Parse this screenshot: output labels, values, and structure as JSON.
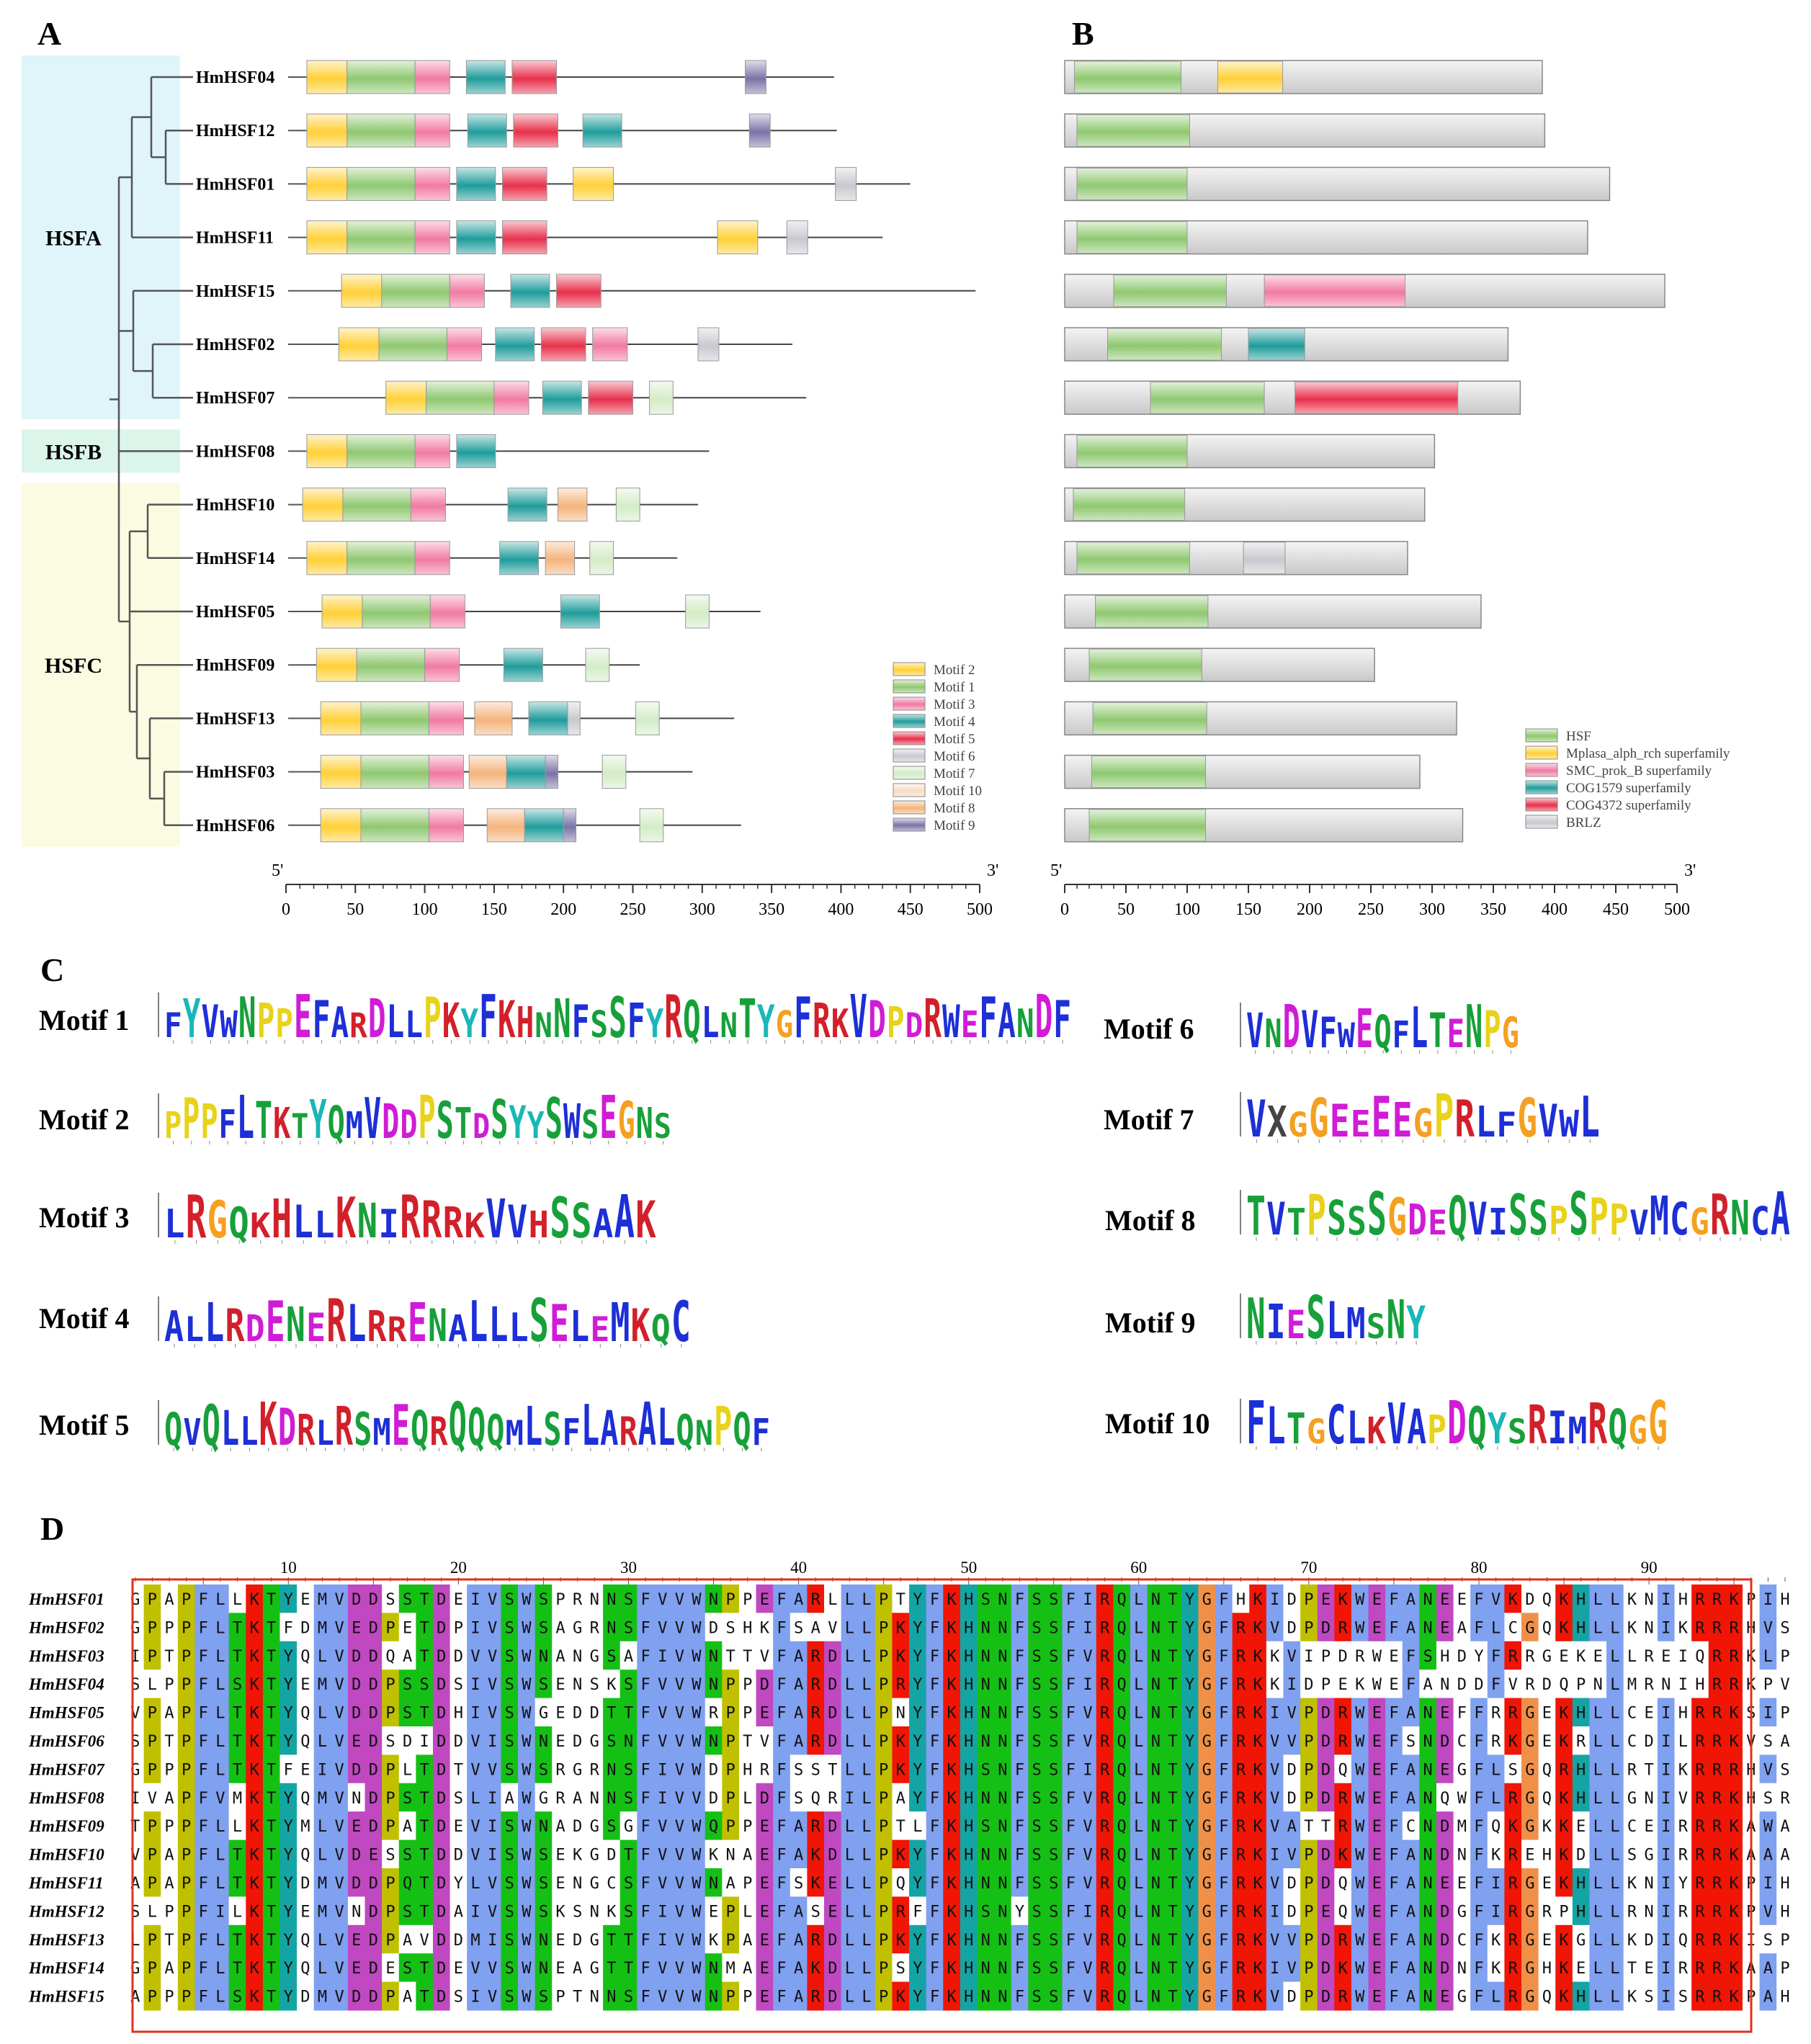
{
  "panels": {
    "a": "A",
    "b": "B",
    "c": "C",
    "d": "D"
  },
  "colors": {
    "motif_1": "#8fc870",
    "motif_2": "#ffd036",
    "motif_3": "#f17aa2",
    "motif_4": "#1f9c9b",
    "motif_5": "#e8304c",
    "motif_6": "#c8c8d0",
    "motif_7": "#d3ecc6",
    "motif_8": "#f4b47c",
    "motif_9": "#7a74a6",
    "motif_10": "#f7dcc5",
    "domain_hsf": "#8fc870",
    "domain_mplasa": "#ffd036",
    "domain_smc": "#f17aa2",
    "domain_cog1579": "#1f9c9b",
    "domain_cog4372": "#e8304c",
    "domain_brlz": "#c8c8d0",
    "clade_hsfa": "#dff5fa",
    "clade_hsfb": "#dcf5ea",
    "clade_hsfc": "#fbfbe2",
    "alignment_box": "#e0301c"
  },
  "clades": [
    {
      "label": "HSFA",
      "members": [
        "HmHSF04",
        "HmHSF12",
        "HmHSF01",
        "HmHSF11",
        "HmHSF15",
        "HmHSF02",
        "HmHSF07"
      ]
    },
    {
      "label": "HSFB",
      "members": [
        "HmHSF08"
      ]
    },
    {
      "label": "HSFC",
      "members": [
        "HmHSF10",
        "HmHSF14",
        "HmHSF05",
        "HmHSF09",
        "HmHSF13",
        "HmHSF03",
        "HmHSF06"
      ]
    }
  ],
  "genes": [
    {
      "name": "HmHSF04",
      "length": 395,
      "motifs": [
        [
          15,
          44,
          "motif_2"
        ],
        [
          44,
          93,
          "motif_1"
        ],
        [
          93,
          118,
          "motif_3"
        ],
        [
          130,
          158,
          "motif_4"
        ],
        [
          163,
          195,
          "motif_5"
        ],
        [
          331,
          346,
          "motif_9"
        ]
      ],
      "domains": [
        [
          8,
          95,
          "domain_hsf"
        ],
        [
          125,
          178,
          "domain_mplasa"
        ]
      ],
      "protein_length": 390
    },
    {
      "name": "HmHSF12",
      "length": 397,
      "motifs": [
        [
          15,
          44,
          "motif_2"
        ],
        [
          44,
          93,
          "motif_1"
        ],
        [
          93,
          118,
          "motif_3"
        ],
        [
          131,
          159,
          "motif_4"
        ],
        [
          164,
          196,
          "motif_5"
        ],
        [
          214,
          242,
          "motif_4"
        ],
        [
          334,
          349,
          "motif_9"
        ]
      ],
      "domains": [
        [
          10,
          102,
          "domain_hsf"
        ]
      ],
      "protein_length": 392
    },
    {
      "name": "HmHSF01",
      "length": 450,
      "motifs": [
        [
          15,
          44,
          "motif_2"
        ],
        [
          44,
          93,
          "motif_1"
        ],
        [
          93,
          118,
          "motif_3"
        ],
        [
          123,
          151,
          "motif_4"
        ],
        [
          156,
          188,
          "motif_5"
        ],
        [
          207,
          236,
          "motif_2"
        ],
        [
          396,
          411,
          "motif_6"
        ]
      ],
      "domains": [
        [
          10,
          100,
          "domain_hsf"
        ]
      ],
      "protein_length": 445
    },
    {
      "name": "HmHSF11",
      "length": 430,
      "motifs": [
        [
          15,
          44,
          "motif_2"
        ],
        [
          44,
          93,
          "motif_1"
        ],
        [
          93,
          118,
          "motif_3"
        ],
        [
          123,
          151,
          "motif_4"
        ],
        [
          156,
          188,
          "motif_5"
        ],
        [
          311,
          340,
          "motif_2"
        ],
        [
          361,
          376,
          "motif_6"
        ]
      ],
      "domains": [
        [
          10,
          100,
          "domain_hsf"
        ]
      ],
      "protein_length": 427
    },
    {
      "name": "HmHSF15",
      "length": 497,
      "motifs": [
        [
          40,
          69,
          "motif_2"
        ],
        [
          69,
          118,
          "motif_1"
        ],
        [
          118,
          143,
          "motif_3"
        ],
        [
          162,
          190,
          "motif_4"
        ],
        [
          195,
          227,
          "motif_5"
        ]
      ],
      "domains": [
        [
          40,
          132,
          "domain_hsf"
        ],
        [
          163,
          278,
          "domain_smc"
        ]
      ],
      "protein_length": 490
    },
    {
      "name": "HmHSF02",
      "length": 365,
      "motifs": [
        [
          38,
          67,
          "motif_2"
        ],
        [
          67,
          116,
          "motif_1"
        ],
        [
          116,
          141,
          "motif_3"
        ],
        [
          151,
          179,
          "motif_4"
        ],
        [
          184,
          216,
          "motif_5"
        ],
        [
          221,
          246,
          "motif_3"
        ],
        [
          297,
          312,
          "motif_6"
        ]
      ],
      "domains": [
        [
          35,
          128,
          "domain_hsf"
        ],
        [
          150,
          196,
          "domain_cog1579"
        ]
      ],
      "protein_length": 362
    },
    {
      "name": "HmHSF07",
      "length": 375,
      "motifs": [
        [
          72,
          101,
          "motif_2"
        ],
        [
          101,
          150,
          "motif_1"
        ],
        [
          150,
          175,
          "motif_3"
        ],
        [
          185,
          213,
          "motif_4"
        ],
        [
          218,
          250,
          "motif_5"
        ],
        [
          262,
          279,
          "motif_7"
        ]
      ],
      "domains": [
        [
          70,
          163,
          "domain_hsf"
        ],
        [
          188,
          321,
          "domain_cog4372"
        ]
      ],
      "protein_length": 372
    },
    {
      "name": "HmHSF08",
      "length": 305,
      "motifs": [
        [
          15,
          44,
          "motif_2"
        ],
        [
          44,
          93,
          "motif_1"
        ],
        [
          93,
          118,
          "motif_3"
        ],
        [
          123,
          151,
          "motif_4"
        ]
      ],
      "domains": [
        [
          10,
          100,
          "domain_hsf"
        ]
      ],
      "protein_length": 302
    },
    {
      "name": "HmHSF10",
      "length": 297,
      "motifs": [
        [
          12,
          41,
          "motif_2"
        ],
        [
          41,
          90,
          "motif_1"
        ],
        [
          90,
          115,
          "motif_3"
        ],
        [
          160,
          188,
          "motif_4"
        ],
        [
          196,
          217,
          "motif_8"
        ],
        [
          238,
          255,
          "motif_7"
        ]
      ],
      "domains": [
        [
          7,
          98,
          "domain_hsf"
        ]
      ],
      "protein_length": 294
    },
    {
      "name": "HmHSF14",
      "length": 282,
      "motifs": [
        [
          15,
          44,
          "motif_2"
        ],
        [
          44,
          93,
          "motif_1"
        ],
        [
          93,
          118,
          "motif_3"
        ],
        [
          154,
          182,
          "motif_4"
        ],
        [
          187,
          208,
          "motif_8"
        ],
        [
          219,
          236,
          "motif_7"
        ]
      ],
      "domains": [
        [
          10,
          102,
          "domain_hsf"
        ],
        [
          146,
          180,
          "domain_brlz"
        ]
      ],
      "protein_length": 280
    },
    {
      "name": "HmHSF05",
      "length": 342,
      "motifs": [
        [
          26,
          55,
          "motif_2"
        ],
        [
          55,
          104,
          "motif_1"
        ],
        [
          104,
          129,
          "motif_3"
        ],
        [
          198,
          226,
          "motif_4"
        ],
        [
          288,
          305,
          "motif_7"
        ]
      ],
      "domains": [
        [
          25,
          117,
          "domain_hsf"
        ]
      ],
      "protein_length": 340
    },
    {
      "name": "HmHSF09",
      "length": 255,
      "motifs": [
        [
          22,
          51,
          "motif_2"
        ],
        [
          51,
          100,
          "motif_1"
        ],
        [
          100,
          125,
          "motif_3"
        ],
        [
          157,
          185,
          "motif_4"
        ],
        [
          216,
          233,
          "motif_7"
        ]
      ],
      "domains": [
        [
          20,
          112,
          "domain_hsf"
        ]
      ],
      "protein_length": 253
    },
    {
      "name": "HmHSF13",
      "length": 323,
      "motifs": [
        [
          25,
          54,
          "motif_2"
        ],
        [
          54,
          103,
          "motif_1"
        ],
        [
          103,
          128,
          "motif_3"
        ],
        [
          136,
          163,
          "motif_8"
        ],
        [
          175,
          203,
          "motif_4"
        ],
        [
          203,
          212,
          "motif_6"
        ],
        [
          252,
          269,
          "motif_7"
        ]
      ],
      "domains": [
        [
          23,
          116,
          "domain_hsf"
        ]
      ],
      "protein_length": 320
    },
    {
      "name": "HmHSF03",
      "length": 293,
      "motifs": [
        [
          25,
          54,
          "motif_2"
        ],
        [
          54,
          103,
          "motif_1"
        ],
        [
          103,
          128,
          "motif_3"
        ],
        [
          132,
          159,
          "motif_8"
        ],
        [
          159,
          187,
          "motif_4"
        ],
        [
          187,
          196,
          "motif_9"
        ],
        [
          228,
          245,
          "motif_7"
        ]
      ],
      "domains": [
        [
          22,
          115,
          "domain_hsf"
        ]
      ],
      "protein_length": 290
    },
    {
      "name": "HmHSF06",
      "length": 328,
      "motifs": [
        [
          25,
          54,
          "motif_2"
        ],
        [
          54,
          103,
          "motif_1"
        ],
        [
          103,
          128,
          "motif_3"
        ],
        [
          145,
          172,
          "motif_8"
        ],
        [
          172,
          200,
          "motif_4"
        ],
        [
          200,
          209,
          "motif_9"
        ],
        [
          255,
          272,
          "motif_7"
        ]
      ],
      "domains": [
        [
          20,
          115,
          "domain_hsf"
        ]
      ],
      "protein_length": 325
    }
  ],
  "motif_legend": [
    {
      "label": "Motif 2",
      "color": "motif_2"
    },
    {
      "label": "Motif 1",
      "color": "motif_1"
    },
    {
      "label": "Motif 3",
      "color": "motif_3"
    },
    {
      "label": "Motif 4",
      "color": "motif_4"
    },
    {
      "label": "Motif 5",
      "color": "motif_5"
    },
    {
      "label": "Motif 6",
      "color": "motif_6"
    },
    {
      "label": "Motif 7",
      "color": "motif_7"
    },
    {
      "label": "Motif 10",
      "color": "motif_10"
    },
    {
      "label": "Motif 8",
      "color": "motif_8"
    },
    {
      "label": "Motif 9",
      "color": "motif_9"
    }
  ],
  "domain_legend": [
    {
      "label": "HSF",
      "color": "domain_hsf"
    },
    {
      "label": "Mplasa_alph_rch superfamily",
      "color": "domain_mplasa"
    },
    {
      "label": "SMC_prok_B superfamily",
      "color": "domain_smc"
    },
    {
      "label": "COG1579 superfamily",
      "color": "domain_cog1579"
    },
    {
      "label": "COG4372 superfamily",
      "color": "domain_cog4372"
    },
    {
      "label": "BRLZ",
      "color": "domain_brlz"
    }
  ],
  "axis": {
    "five_prime": "5'",
    "three_prime": "3'",
    "range": [
      0,
      500
    ],
    "ticks": [
      "0",
      "50",
      "100",
      "150",
      "200",
      "250",
      "300",
      "350",
      "400",
      "450",
      "500"
    ]
  },
  "motif_logos": [
    {
      "label": "Motif 1",
      "sequence": "FYVWNPPEFARDLLPKYFKHNNFSSFYRQLNTYGFRKVDPDRWEFANDF"
    },
    {
      "label": "Motif 2",
      "sequence": "PPPFLTKTYQMVDDPSTDSYYSWSEGNS"
    },
    {
      "label": "Motif 3",
      "sequence": "LRGQKHLLKNIRRRKVVHSSAAK"
    },
    {
      "label": "Motif 4",
      "sequence": "ALLRDENERLRRENALLLSELEMKQC"
    },
    {
      "label": "Motif 5",
      "sequence": "QVQLLKDRLRSMEQRQQQMLSFLARALQNPQF"
    },
    {
      "label": "Motif 6",
      "sequence": "VNDVFWEQFLTENPG"
    },
    {
      "label": "Motif 7",
      "sequence": "VXGGEEEEGPRLFGVWL"
    },
    {
      "label": "Motif 8",
      "sequence": "TVTPSSSGDEQVISSPSPPVMCGRNCA"
    },
    {
      "label": "Motif 9",
      "sequence": "NIESLMSNY"
    },
    {
      "label": "Motif 10",
      "sequence": "FLTGCLKVAPDQYSRIMRQGG"
    }
  ],
  "alignment": {
    "ruler": [
      "10",
      "20",
      "30",
      "40",
      "50",
      "60",
      "70",
      "80",
      "90"
    ],
    "rows": [
      {
        "name": "HmHSF01",
        "seq": "GPAPFLLKTYEMVDDSSTDEIVSWSPRNNSFVVWNPPEFARLLLPTYFKHSNFSSFIRQLNTYGFHKIDPEKWEFANEEFVKDQKHLLKNIHRRKPIH"
      },
      {
        "name": "HmHSF02",
        "seq": "GPPPFLTKTFDMVEDPETDPIVSWSAGRNSFVVWDSHKFSAVLLPKYFKHNNFSSFIRQLNTYGFRKVDPDRWEFANEAFLCGQKHLLKNIKRRRHVS"
      },
      {
        "name": "HmHSF03",
        "seq": "IPTPFLTKTYQLVDDQATDDVVSWNANGSAFIVWNTTVFARDLLPKYFKHNNFSSFVRQLNTYGFRKKVIPDRWEFSHDYFRRGEKELLREIQRRKLPT"
      },
      {
        "name": "HmHSF04",
        "seq": "SLPPFLSKTYEMVDDPSSDSIVSWSENSKSFVVWNPPDFARDLLPRYFKHNNFSSFIRQLNTYGFRKKIDPEKWEFANDDFVRDQPNLMRNIHRRKPVH"
      },
      {
        "name": "HmHSF05",
        "seq": "VPAPFLTKTYQLVDDPSTDHIVSWGEDDTTFVVWRPPEFARDLLPNYFKHNNFSSFVRQLNTYGFRKIVPDRWEFANEFFRRGEKHLLCEIHRRKSIP"
      },
      {
        "name": "HmHSF06",
        "seq": "SPTPFLTKTYQLVEDSDIDDVISWNEDGSNFVVWNPTVFARDLLPKYFKHNNFSSFVRQLNTYGFRKVVPDRWEFSNDCFRKGEKRLLCDILRRKVSA"
      },
      {
        "name": "HmHSF07",
        "seq": "GPPPFLTKTFEIVDDPLTDTVVSWSRGRNSFIVWDPHRFSSTLLPKYFKHSNFSSFIRQLNTYGFRKVDPDQWEFANEGFLSGQRHLLRTIKRRRHVS"
      },
      {
        "name": "HmHSF08",
        "seq": "IVAPFVMKTYQMVNDPSTDSLIAWGRANNSFIVVDPLDFSQRILPAYFKHNNFSSFVRQLNTYGFRKVDPDRWEFANQWFLRGQKHLLGNIVRRKHSR"
      },
      {
        "name": "HmHSF09",
        "seq": "TPPPFLLKTYMLVEDPATDEVISWNADGSGFVVWQPPEFARDLLPTLFKHSNFSSFVRQLNTYGFRKVATTRWEFCNDMFQKGKKELLCEIRRRKAWA"
      },
      {
        "name": "HmHSF10",
        "seq": "VPAPFLTKTYQLVDESSTDDVISWSEKGDTFVVWKNAEFAKDLLPKYFKHNNFSSFVRQLNTYGFRKIVPDKWEFANDNFKREHKDLLSGIRRRKAAA"
      },
      {
        "name": "HmHSF11",
        "seq": "APAPFLTKTYDMVDDPQTDYLVSWSENGCSFVVWNAPEFSKELLPQYFKHNNFSSFVRQLNTYGFRKVDPDQWEFANEEFIRGEKHLLKNIYRRKPIH"
      },
      {
        "name": "HmHSF12",
        "seq": "SLPPFILKTYEMVNDPSTDAIVSWSKSNKSFIVWEPLEFASELLPRFFKHSNYSSFIRQLNTYGFRKIDPEQWEFANDGFIRGRPHLLRNIRRRKPVH"
      },
      {
        "name": "HmHSF13",
        "seq": "LPTPFLTKTYQLVEDPAVDDMISWNEDGTTFIVWKPAEFARDLLPKYFKHNNFSSFVRQLNTYGFRKVVPDRWEFANDCFKRGEKGLLKDIQRRKISP"
      },
      {
        "name": "HmHSF14",
        "seq": "GPAPFLTKTYQLVEDESTDEVVSWNEAGTTFVVWNMAEFAKDLLPSYFKHNNFSSFVRQLNTYGFRKIVPDKWEFANDNFKRGHKELLTEIRRRKAAP"
      },
      {
        "name": "HmHSF15",
        "seq": "APPPFLSKTYDMVDDPATDSIVSWSPTNNSFVVWNPPEFARDLLPKYFKHNNFSSFVRQLNTYGFRKVDPDRWEFANEGFLRGQKHLLKSISRRKPAH"
      }
    ]
  }
}
